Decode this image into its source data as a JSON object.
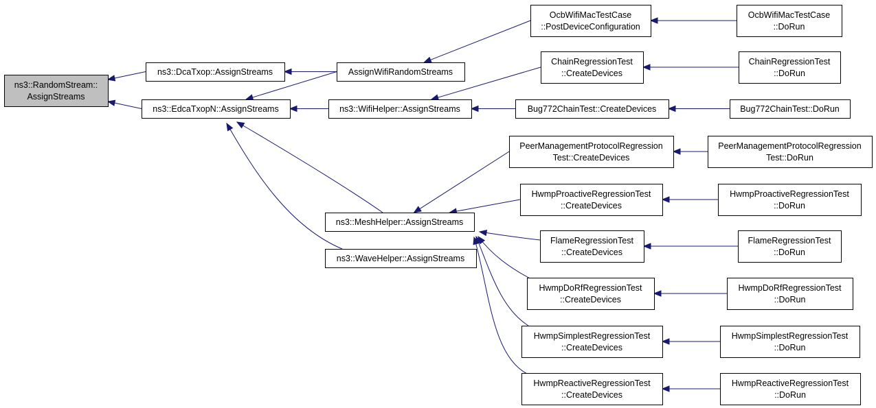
{
  "graph": {
    "nodes": [
      {
        "id": "random_stream",
        "lines": [
          "ns3::RandomStream::",
          "AssignStreams"
        ],
        "highlight": true
      },
      {
        "id": "dcatxop",
        "lines": [
          "ns3::DcaTxop::AssignStreams"
        ]
      },
      {
        "id": "edcatxopn",
        "lines": [
          "ns3::EdcaTxopN::AssignStreams"
        ]
      },
      {
        "id": "assignwifirandom",
        "lines": [
          "AssignWifiRandomStreams"
        ]
      },
      {
        "id": "wifihelper",
        "lines": [
          "ns3::WifiHelper::AssignStreams"
        ]
      },
      {
        "id": "meshhelper",
        "lines": [
          "ns3::MeshHelper::AssignStreams"
        ]
      },
      {
        "id": "wavehelper",
        "lines": [
          "ns3::WaveHelper::AssignStreams"
        ]
      },
      {
        "id": "ocb_post",
        "lines": [
          "OcbWifiMacTestCase",
          "::PostDeviceConfiguration"
        ]
      },
      {
        "id": "chain_create",
        "lines": [
          "ChainRegressionTest",
          "::CreateDevices"
        ]
      },
      {
        "id": "bug772_create",
        "lines": [
          "Bug772ChainTest::CreateDevices"
        ]
      },
      {
        "id": "pmp_create",
        "lines": [
          "PeerManagementProtocolRegression",
          "Test::CreateDevices"
        ]
      },
      {
        "id": "proactive_create",
        "lines": [
          "HwmpProactiveRegressionTest",
          "::CreateDevices"
        ]
      },
      {
        "id": "flame_create",
        "lines": [
          "FlameRegressionTest",
          "::CreateDevices"
        ]
      },
      {
        "id": "dorf_create",
        "lines": [
          "HwmpDoRfRegressionTest",
          "::CreateDevices"
        ]
      },
      {
        "id": "simplest_create",
        "lines": [
          "HwmpSimplestRegressionTest",
          "::CreateDevices"
        ]
      },
      {
        "id": "reactive_create",
        "lines": [
          "HwmpReactiveRegressionTest",
          "::CreateDevices"
        ]
      },
      {
        "id": "ocb_dorun",
        "lines": [
          "OcbWifiMacTestCase",
          "::DoRun"
        ]
      },
      {
        "id": "chain_dorun",
        "lines": [
          "ChainRegressionTest",
          "::DoRun"
        ]
      },
      {
        "id": "bug772_dorun",
        "lines": [
          "Bug772ChainTest::DoRun"
        ]
      },
      {
        "id": "pmp_dorun",
        "lines": [
          "PeerManagementProtocolRegression",
          "Test::DoRun"
        ]
      },
      {
        "id": "proactive_dorun",
        "lines": [
          "HwmpProactiveRegressionTest",
          "::DoRun"
        ]
      },
      {
        "id": "flame_dorun",
        "lines": [
          "FlameRegressionTest",
          "::DoRun"
        ]
      },
      {
        "id": "dorf_dorun",
        "lines": [
          "HwmpDoRfRegressionTest",
          "::DoRun"
        ]
      },
      {
        "id": "simplest_dorun",
        "lines": [
          "HwmpSimplestRegressionTest",
          "::DoRun"
        ]
      },
      {
        "id": "reactive_dorun",
        "lines": [
          "HwmpReactiveRegressionTest",
          "::DoRun"
        ]
      }
    ],
    "edges": [
      {
        "from": "dcatxop",
        "to": "random_stream"
      },
      {
        "from": "edcatxopn",
        "to": "random_stream"
      },
      {
        "from": "assignwifirandom",
        "to": "dcatxop"
      },
      {
        "from": "assignwifirandom",
        "to": "edcatxopn"
      },
      {
        "from": "wifihelper",
        "to": "edcatxopn"
      },
      {
        "from": "meshhelper",
        "to": "edcatxopn"
      },
      {
        "from": "wavehelper",
        "to": "edcatxopn"
      },
      {
        "from": "ocb_post",
        "to": "assignwifirandom"
      },
      {
        "from": "chain_create",
        "to": "wifihelper"
      },
      {
        "from": "bug772_create",
        "to": "wifihelper"
      },
      {
        "from": "pmp_create",
        "to": "meshhelper"
      },
      {
        "from": "proactive_create",
        "to": "meshhelper"
      },
      {
        "from": "flame_create",
        "to": "meshhelper"
      },
      {
        "from": "dorf_create",
        "to": "meshhelper"
      },
      {
        "from": "simplest_create",
        "to": "meshhelper"
      },
      {
        "from": "reactive_create",
        "to": "meshhelper"
      },
      {
        "from": "ocb_dorun",
        "to": "ocb_post"
      },
      {
        "from": "chain_dorun",
        "to": "chain_create"
      },
      {
        "from": "bug772_dorun",
        "to": "bug772_create"
      },
      {
        "from": "pmp_dorun",
        "to": "pmp_create"
      },
      {
        "from": "proactive_dorun",
        "to": "proactive_create"
      },
      {
        "from": "flame_dorun",
        "to": "flame_create"
      },
      {
        "from": "dorf_dorun",
        "to": "dorf_create"
      },
      {
        "from": "simplest_dorun",
        "to": "simplest_create"
      },
      {
        "from": "reactive_dorun",
        "to": "reactive_create"
      }
    ],
    "colors": {
      "edge": "#191970",
      "highlight_fill": "#bfbfbf",
      "node_fill": "#ffffff",
      "border": "#000000"
    }
  }
}
